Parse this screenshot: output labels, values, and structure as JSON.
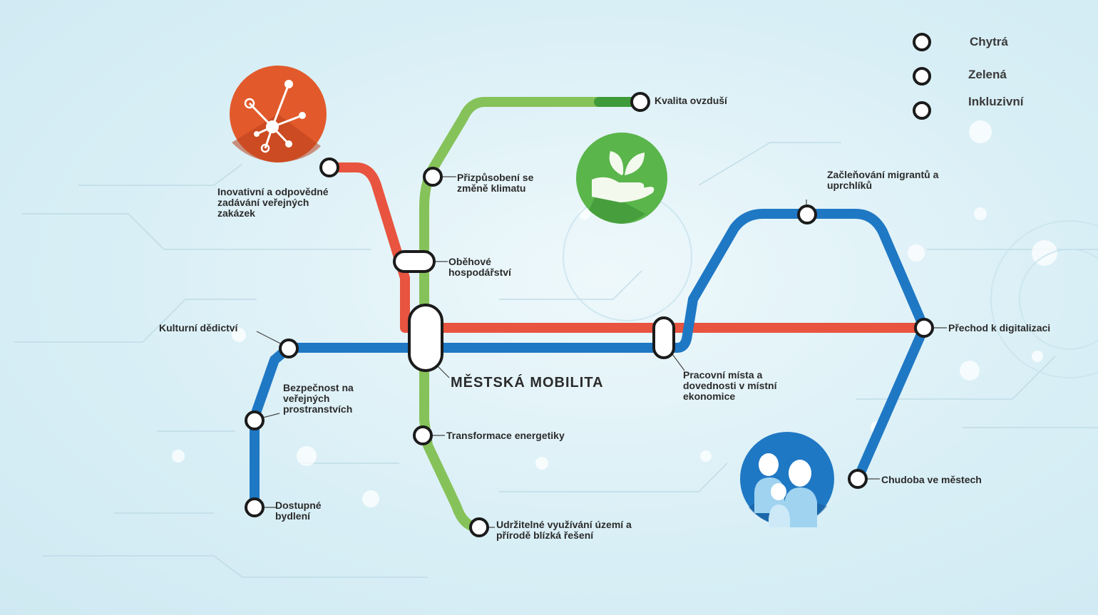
{
  "diagram": {
    "title": "MĚSTSKÁ MOBILITA",
    "legend": [
      {
        "label": "Chytrá",
        "icon": "ring-icon"
      },
      {
        "label": "Zelená",
        "icon": "ring-icon"
      },
      {
        "label": "Inkluzivní",
        "icon": "ring-icon"
      }
    ],
    "colors": {
      "smart_line": "#e8543f",
      "green_line": "#86c25a",
      "green_line_dark": "#3f9b3a",
      "inclusive_line": "#1f78c4",
      "smart_icon_bg": "#e25a2c",
      "green_icon_bg": "#5ab54b",
      "inclusive_icon_bg": "#1f78c4"
    },
    "stations": {
      "air_quality": "Kvalita ovzduší",
      "climate_adaptation": "Přizpůsobení se\nzměně klimatu",
      "procurement": "Inovativní a odpovědné\nzadávání veřejných\nzakázek",
      "circular_economy": "Oběhové\nhospodářství",
      "migrants": "Začleňování migrantů a\nuprchlíků",
      "cultural_heritage": "Kulturní dědictví",
      "digital_transition": "Přechod k digitalizaci",
      "jobs_skills": "Pracovní místa a\ndovednosti v místní\nekonomice",
      "public_safety": "Bezpečnost na\nveřejných\nprostranstvích",
      "energy_transition": "Transformace energetiky",
      "housing": "Dostupné\nbydlení",
      "land_use": "Udržitelné využívání území a\n   přírodě blízká řešení",
      "urban_poverty": "Chudoba ve městech"
    }
  }
}
